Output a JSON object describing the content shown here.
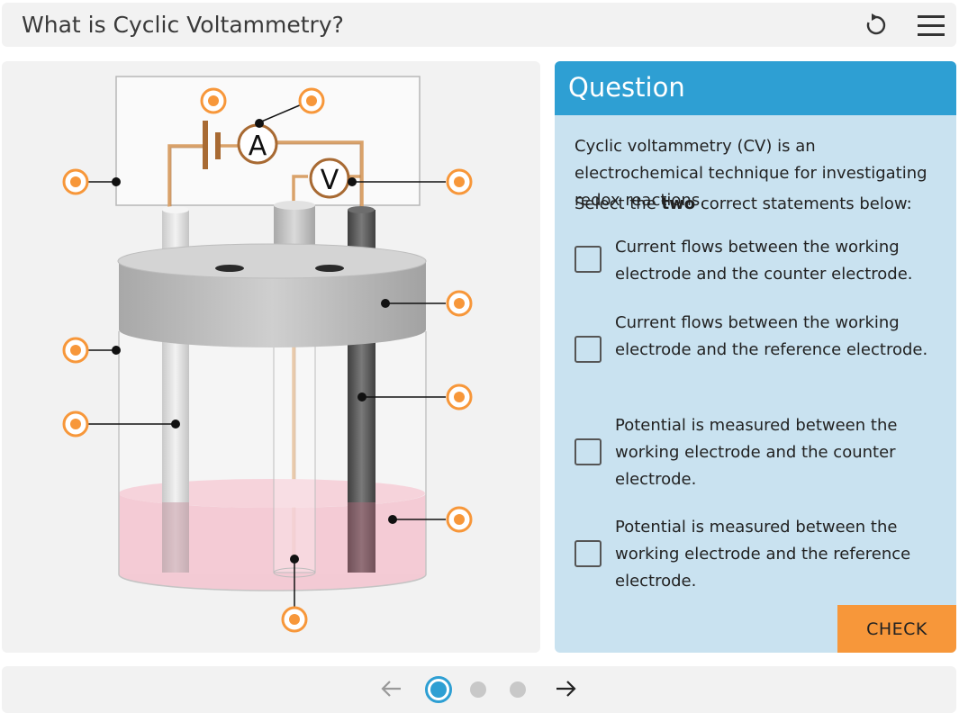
{
  "header": {
    "title": "What is Cyclic Voltammetry?"
  },
  "icons": {
    "reload": "reload-icon",
    "menu": "hamburger-menu-icon"
  },
  "diagram": {
    "ammeter_label": "A",
    "voltmeter_label": "V"
  },
  "question": {
    "heading": "Question",
    "intro": "Cyclic voltammetry (CV) is an electrochemical technique for investigating redox reactions.",
    "select_prefix": "Select the ",
    "select_bold": "two",
    "select_suffix": " correct statements below:",
    "options": [
      "Current flows between the working electrode and the counter electrode.",
      "Current flows between the working electrode and the reference electrode.",
      "Potential is measured between the working electrode and the counter electrode.",
      "Potential is measured between the working electrode and the reference electrode."
    ],
    "check_label": "CHECK"
  },
  "pagination": {
    "current": 1,
    "total": 3
  },
  "colors": {
    "accent": "#2e9fd3",
    "hotspot": "#f7973a",
    "panel": "#c9e2f0"
  }
}
